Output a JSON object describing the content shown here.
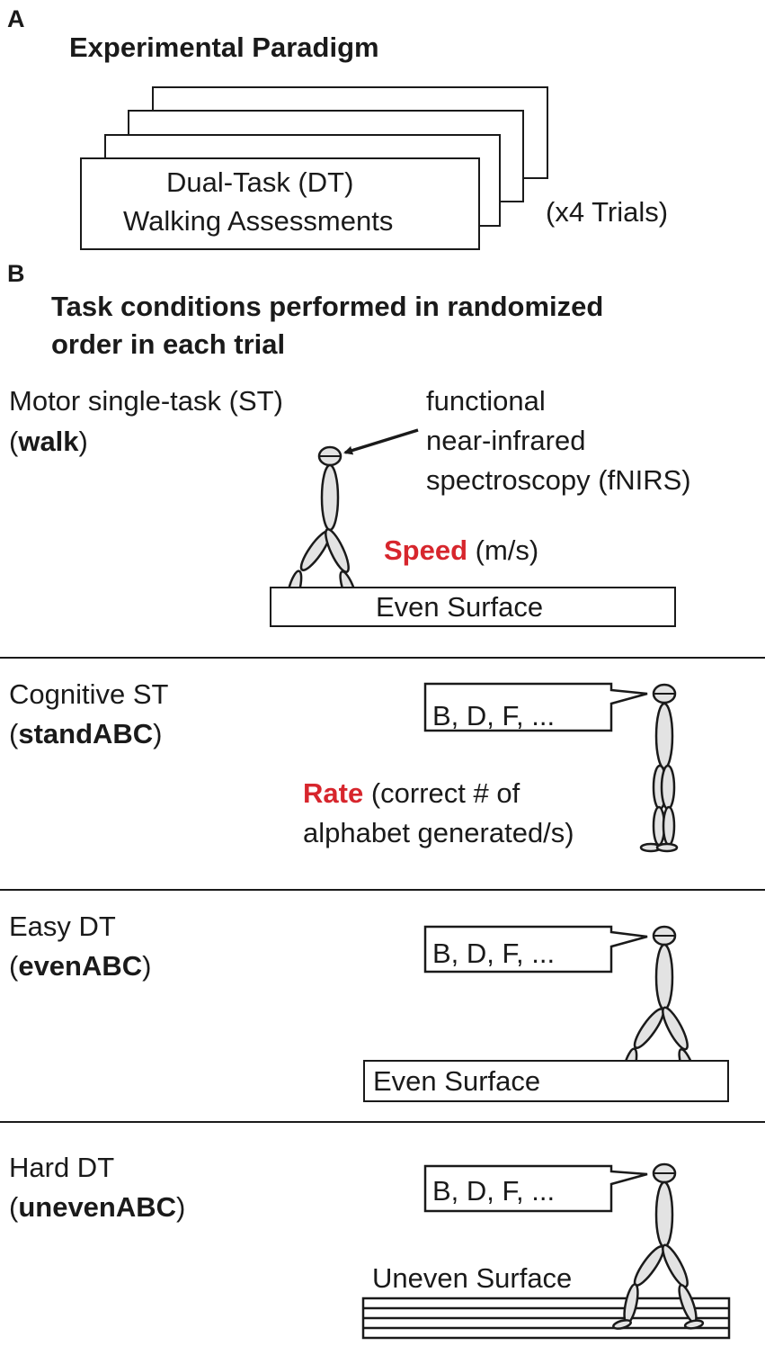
{
  "panel_a": {
    "letter": "A",
    "title": "Experimental Paradigm",
    "box_line1": "Dual-Task (DT)",
    "box_line2": "Walking Assessments",
    "trials": "(x4 Trials)"
  },
  "panel_b": {
    "letter": "B",
    "title_line1": "Task conditions performed in randomized",
    "title_line2": "order in each trial"
  },
  "conditions": [
    {
      "name": "Motor single-task (ST)",
      "code_open": "(",
      "code": "walk",
      "code_close": ")",
      "annotation": [
        "functional",
        "near-infrared",
        "spectroscopy (fNIRS)"
      ],
      "measure": "Speed",
      "measure_desc": "(m/s)",
      "surface": "Even Surface"
    },
    {
      "name": "Cognitive ST",
      "code_open": "(",
      "code": "standABC",
      "code_close": ")",
      "speech": "B, D, F, ...",
      "measure": "Rate",
      "measure_desc_line1": "(correct # of",
      "measure_desc_line2": "alphabet generated/s)"
    },
    {
      "name": "Easy DT",
      "code_open": "(",
      "code": "evenABC",
      "code_close": ")",
      "speech": "B, D, F, ...",
      "surface": "Even Surface"
    },
    {
      "name": "Hard DT",
      "code_open": "(",
      "code": "unevenABC",
      "code_close": ")",
      "speech": "B, D, F, ...",
      "surface": "Uneven Surface"
    }
  ],
  "colors": {
    "accent_red": "#d7262d",
    "line": "#1a1a1a",
    "figure_fill": "#e3e3e3"
  }
}
